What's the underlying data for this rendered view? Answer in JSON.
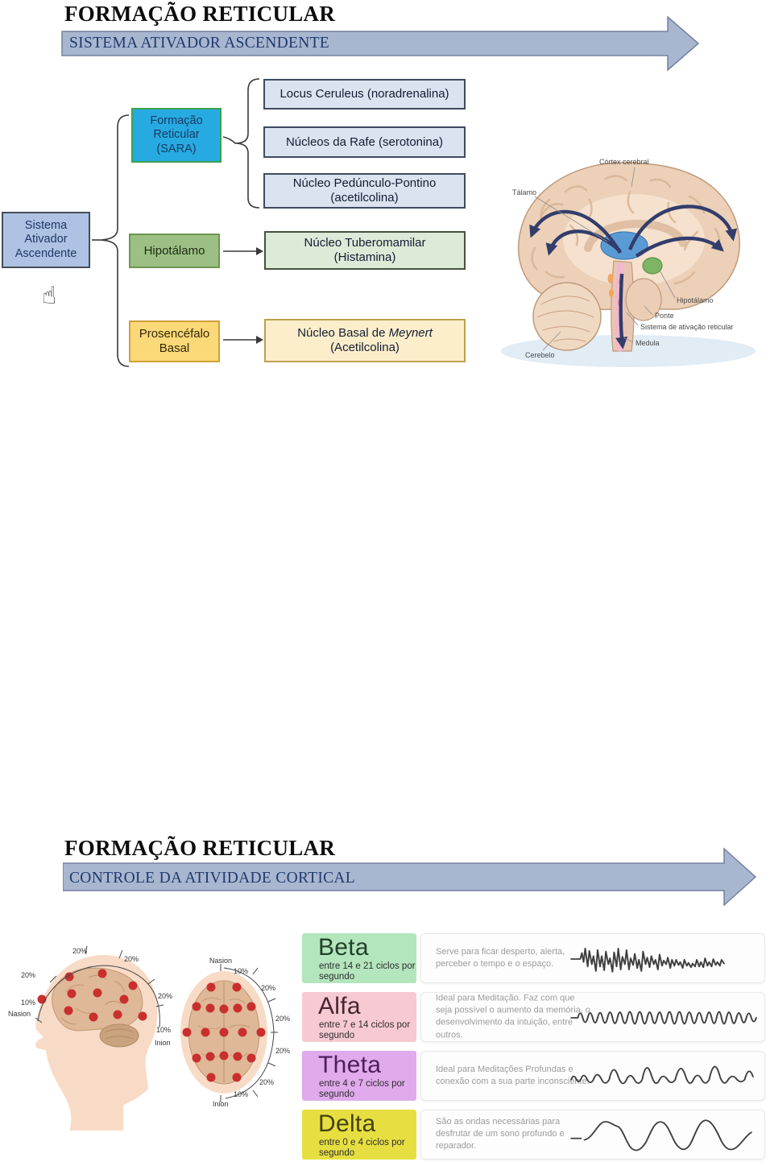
{
  "colors": {
    "banner_fill": "#a9b6d0",
    "banner_stroke": "#74819f",
    "banner_text": "#1e3a6e",
    "electrode": "#c92f2f",
    "arrow_navy": "#323d6b"
  },
  "section1": {
    "title": "FORMAÇÃO RETICULAR",
    "banner": "SISTEMA ATIVADOR ASCENDENTE",
    "hand_icon": "☝",
    "flowchart": {
      "root": {
        "label": "Sistema Ativador Ascendente",
        "bg": "#aec3e4",
        "border": "#434c59",
        "text": "#1f3864"
      },
      "sara": {
        "label": "Formação Reticular (SARA)",
        "bg": "#27aae1",
        "border": "#3aa24e",
        "text": "#173a63"
      },
      "hipotalamo": {
        "label": "Hipotálamo",
        "bg": "#9cc083",
        "border": "#70944f",
        "text": "#1f2a14"
      },
      "prosencefalo": {
        "label": "Prosencéfalo Basal",
        "bg": "#fbd878",
        "border": "#d0a03c",
        "text": "#33280a"
      },
      "locus": {
        "label": "Locus Ceruleus (noradrenalina)",
        "bg": "#dbe3f0",
        "border": "#3f4a61",
        "text": "#121d33"
      },
      "rafe": {
        "label": "Núcleos da Rafe (serotonina)",
        "bg": "#dbe3f0",
        "border": "#3f4a61",
        "text": "#121d33"
      },
      "pedunculo": {
        "line1": "Núcleo Pedúnculo-Pontino",
        "line2": "(acetilcolina)",
        "bg": "#dbe3f0",
        "border": "#3f4a61",
        "text": "#121d33"
      },
      "tuberomamilar": {
        "line1": "Núcleo Tuberomamilar",
        "line2": "(Histamina)",
        "bg": "#dcead8",
        "border": "#47523f",
        "text": "#121d33"
      },
      "meynert": {
        "line1_pre": "Núcleo Basal de ",
        "line1_italic": "Meynert",
        "line2": "(Acetilcolina)",
        "bg": "#fdeecb",
        "border": "#bda04e",
        "text": "#121d33"
      }
    },
    "brain": {
      "labels": {
        "cortex": "Córtex cerebral",
        "talamo": "Tálamo",
        "hipotalamo": "Hipotálamo",
        "ponte": "Ponte",
        "sistema": "Sistema de ativação reticular",
        "medula": "Medula",
        "cerebelo": "Cerebelo"
      }
    }
  },
  "section2": {
    "title": "FORMAÇÃO RETICULAR",
    "banner": "CONTROLE DA ATIVIDADE CORTICAL",
    "eeg": {
      "side": {
        "nasion": "Nasion",
        "inion": "Inion",
        "p_top_left": "20%",
        "p_top_right": "20%",
        "p_front": "20%",
        "p_front_low": "10%",
        "p_back": "20%",
        "p_back_low": "10%"
      },
      "top": {
        "nasion": "Nasion",
        "inion": "Inion",
        "p1": "10%",
        "p2": "20%",
        "p3": "20%",
        "p4": "20%",
        "p5": "20%",
        "p6": "10%"
      }
    },
    "waves": [
      {
        "name": "Beta",
        "range": "entre 14 e 21 ciclos por segundo",
        "description": "Serve para ficar desperto, alerta, perceber o tempo e o espaço.",
        "bg": "#b3e6bd",
        "name_color": "#25402b"
      },
      {
        "name": "Alfa",
        "range": "entre 7 e 14 ciclos por segundo",
        "description": "Ideal para Meditação. Faz com que seja possível o aumento da memória, o desenvolvimento da intuição, entre outros.",
        "bg": "#f7c9d2",
        "name_color": "#442630"
      },
      {
        "name": "Theta",
        "range": "entre 4 e 7 ciclos por segundo",
        "description": "Ideal para Meditações Profundas e conexão com a sua parte inconsciente.",
        "bg": "#e0aaec",
        "name_color": "#4d1f59"
      },
      {
        "name": "Delta",
        "range": "entre 0 e 4 ciclos por segundo",
        "description": "São as ondas necessárias para desfrutar de um sono profundo e reparador.",
        "bg": "#e7df41",
        "name_color": "#45420f"
      }
    ]
  }
}
